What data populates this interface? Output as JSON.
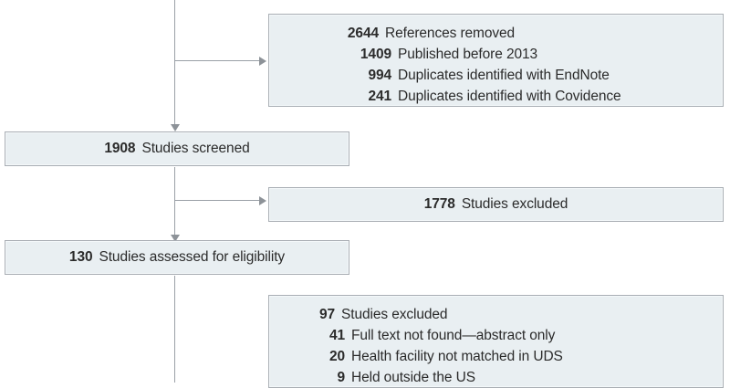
{
  "diagram": {
    "type": "prisma-flow-diagram",
    "colors": {
      "box_fill": "#e9eff2",
      "box_border": "#a9aeb4",
      "connector": "#9aa0a6",
      "text": "#2b2b2b",
      "background": "#ffffff"
    },
    "nodes": [
      {
        "id": "references-removed",
        "position": "right",
        "align": "number-column",
        "lines": [
          {
            "number": "2644",
            "label": "References removed",
            "sub": false
          },
          {
            "number": "1409",
            "label": "Published before 2013",
            "sub": true
          },
          {
            "number": "994",
            "label": "Duplicates identified with EndNote",
            "sub": true
          },
          {
            "number": "241",
            "label": "Duplicates identified with Covidence",
            "sub": true
          }
        ]
      },
      {
        "id": "studies-screened",
        "position": "left",
        "align": "center",
        "lines": [
          {
            "number": "1908",
            "label": "Studies screened",
            "sub": false
          }
        ]
      },
      {
        "id": "studies-excluded-screening",
        "position": "right",
        "align": "center",
        "lines": [
          {
            "number": "1778",
            "label": "Studies excluded",
            "sub": false
          }
        ]
      },
      {
        "id": "studies-assessed-for-eligibility",
        "position": "left",
        "align": "center",
        "lines": [
          {
            "number": "130",
            "label": "Studies assessed for eligibility",
            "sub": false
          }
        ]
      },
      {
        "id": "studies-excluded-eligibility",
        "position": "right",
        "align": "number-column",
        "lines": [
          {
            "number": "97",
            "label": "Studies excluded",
            "sub": false
          },
          {
            "number": "41",
            "label": "Full text not found—abstract only",
            "sub": true
          },
          {
            "number": "20",
            "label": "Health facility not matched in UDS",
            "sub": true
          },
          {
            "number": "9",
            "label": "Held outside the US",
            "sub": true
          }
        ]
      }
    ],
    "connectors": [
      {
        "id": "trunk-top",
        "kind": "vertical-line"
      },
      {
        "id": "branch-to-references-removed",
        "kind": "horizontal-arrow"
      },
      {
        "id": "arrow-to-studies-screened",
        "kind": "down-arrow"
      },
      {
        "id": "trunk-middle",
        "kind": "vertical-line"
      },
      {
        "id": "branch-to-studies-excluded-screening",
        "kind": "horizontal-arrow"
      },
      {
        "id": "arrow-to-studies-assessed",
        "kind": "down-arrow"
      },
      {
        "id": "trunk-bottom",
        "kind": "vertical-line"
      }
    ]
  }
}
